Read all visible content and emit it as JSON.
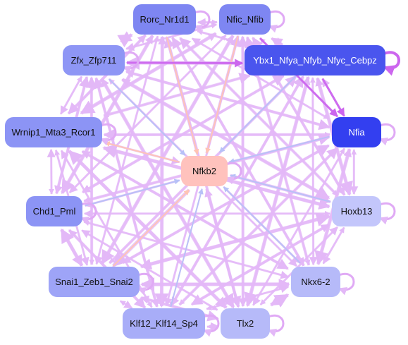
{
  "nodes": [
    {
      "id": "rorc",
      "label": "Rorc_Nr1d1",
      "color": "#7e86f2"
    },
    {
      "id": "nfic",
      "label": "Nfic_Nfib",
      "color": "#7e86f2"
    },
    {
      "id": "zfx",
      "label": "Zfx_Zfp711",
      "color": "#8e96f5"
    },
    {
      "id": "ybx1",
      "label": "Ybx1_Nfya_Nfyb_Nfyc_Cebpz",
      "color": "#4a55ee"
    },
    {
      "id": "wrnip1",
      "label": "Wrnip1_Mta3_Rcor1",
      "color": "#8c94f5"
    },
    {
      "id": "nfia",
      "label": "Nfia",
      "color": "#333ff0"
    },
    {
      "id": "nfkb2",
      "label": "Nfkb2",
      "color": "#ffc2bd"
    },
    {
      "id": "chd1",
      "label": "Chd1_Pml",
      "color": "#8c94f5"
    },
    {
      "id": "hoxb13",
      "label": "Hoxb13",
      "color": "#c3c6fb"
    },
    {
      "id": "snai1",
      "label": "Snai1_Zeb1_Snai2",
      "color": "#9ea4f7"
    },
    {
      "id": "nkx62",
      "label": "Nkx6-2",
      "color": "#b6baf9"
    },
    {
      "id": "klf12",
      "label": "Klf12_Klf14_Sp4",
      "color": "#a8adf8"
    },
    {
      "id": "tlx2",
      "label": "Tlx2",
      "color": "#b6baf9"
    }
  ],
  "colors": {
    "edge_default": "#e3b8f7",
    "edge_strong": "#cc66ee",
    "edge_blue": "#b7c1f7",
    "edge_peach": "#ffc4b4",
    "self_loop": "#e0aaf5"
  }
}
